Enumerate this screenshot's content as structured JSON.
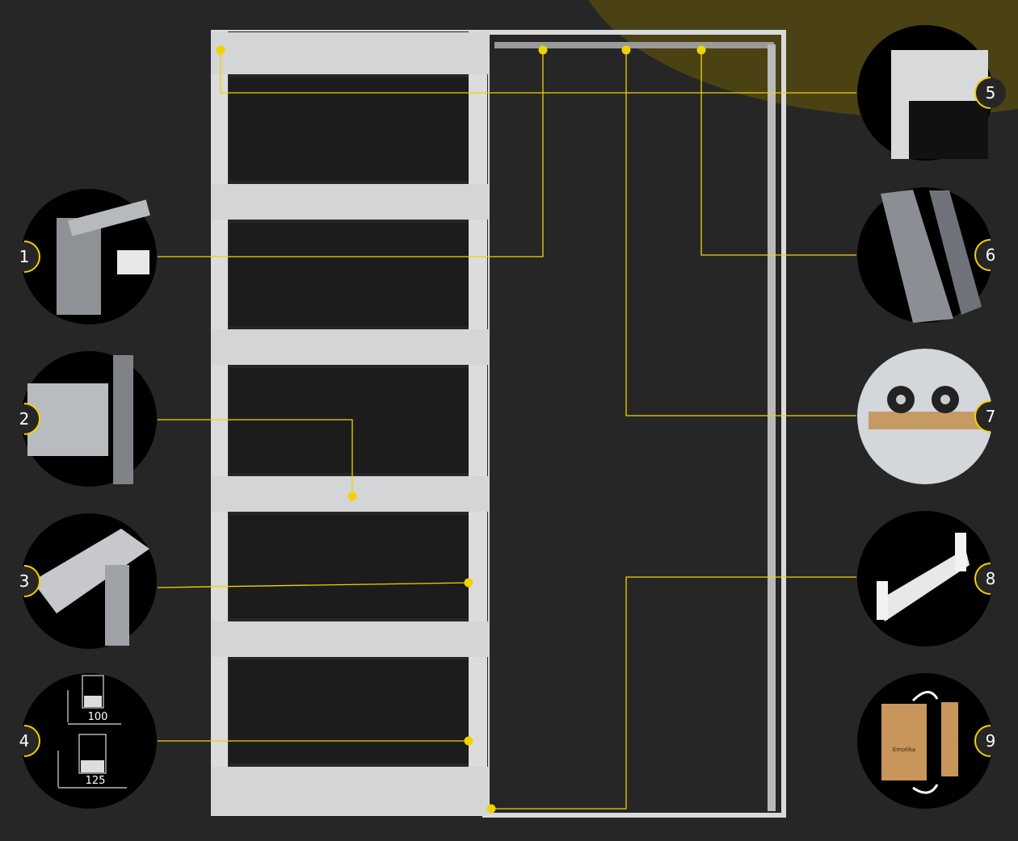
{
  "colors": {
    "background": "#262626",
    "accent": "#f2d200",
    "frame": "#d9dadb",
    "highlight": "#4a4213"
  },
  "callouts": [
    {
      "number": "1",
      "subject": "top-rail-profile"
    },
    {
      "number": "2",
      "subject": "horizontal-crossbar"
    },
    {
      "number": "3",
      "subject": "corner-joint"
    },
    {
      "number": "4",
      "subject": "wall-thickness-sections",
      "dimensions": [
        "100",
        "125"
      ]
    },
    {
      "number": "5",
      "subject": "frame-corner"
    },
    {
      "number": "6",
      "subject": "vertical-upright"
    },
    {
      "number": "7",
      "subject": "roller-carriage"
    },
    {
      "number": "8",
      "subject": "floor-guide"
    },
    {
      "number": "9",
      "subject": "packaging",
      "box_label": "Emotika"
    }
  ]
}
